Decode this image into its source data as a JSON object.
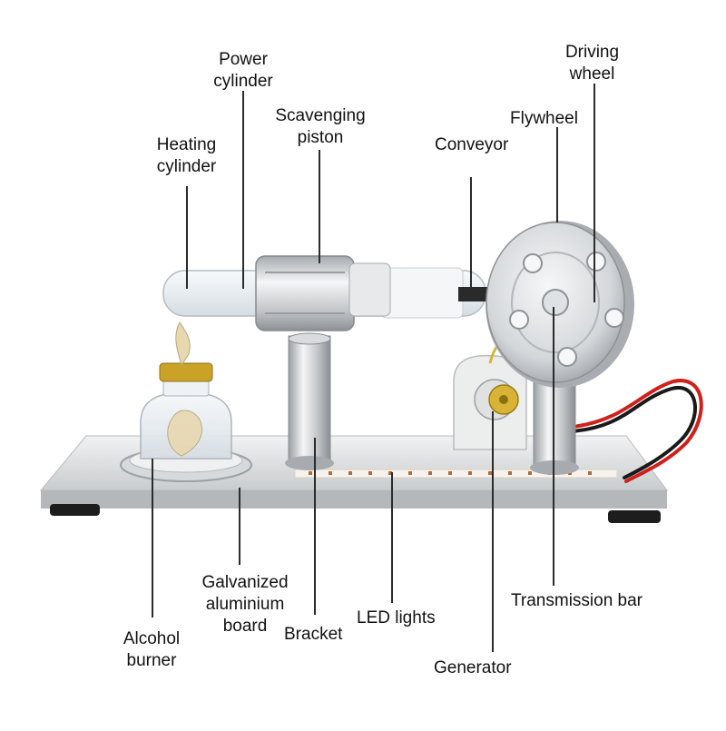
{
  "labels": {
    "power_cylinder": "Power\ncylinder",
    "driving_wheel": "Driving\nwheel",
    "scavenging_piston": "Scavenging\npiston",
    "flywheel": "Flywheel",
    "heating_cylinder": "Heating\ncylinder",
    "conveyor": "Conveyor",
    "galvanized_board": "Galvanized\naluminium\nboard",
    "alcohol_burner": "Alcohol\nburner",
    "bracket": "Bracket",
    "led_lights": "LED lights",
    "transmission_bar": "Transmission bar",
    "generator": "Generator"
  },
  "colors": {
    "leader_line": "#2b2b2b",
    "metal_light": "#e4e6e8",
    "metal_mid": "#c4c7ca",
    "metal_dark": "#8e9296",
    "glass": "#eef2f5",
    "wire_red": "#d0201b",
    "wire_black": "#1a1a1a",
    "brass": "#c9a227",
    "wick": "#e8d8b0"
  }
}
